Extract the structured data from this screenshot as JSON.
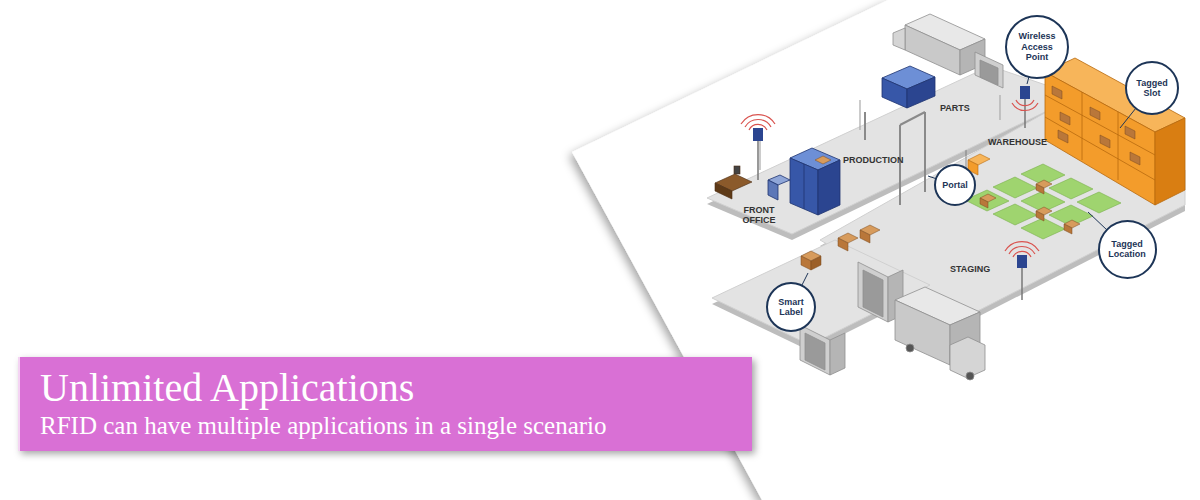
{
  "diagram": {
    "nodes": [
      {
        "text": [
          "Unlimited Applications",
          "RFID can have multiple applications in a single scenario"
        ]
      },
      {
        "text": [
          "Wireless Access Point"
        ]
      },
      {
        "text": [
          "Tagged Slot"
        ]
      },
      {
        "text": [
          "Portal"
        ]
      },
      {
        "text": [
          "Tagged Location"
        ]
      },
      {
        "text": [
          "Smart Label"
        ]
      }
    ],
    "labels": [
      "PARTS",
      "PRODUCTION",
      "WAREHOUSE",
      "FRONT OFFICE",
      "STAGING"
    ]
  }
}
